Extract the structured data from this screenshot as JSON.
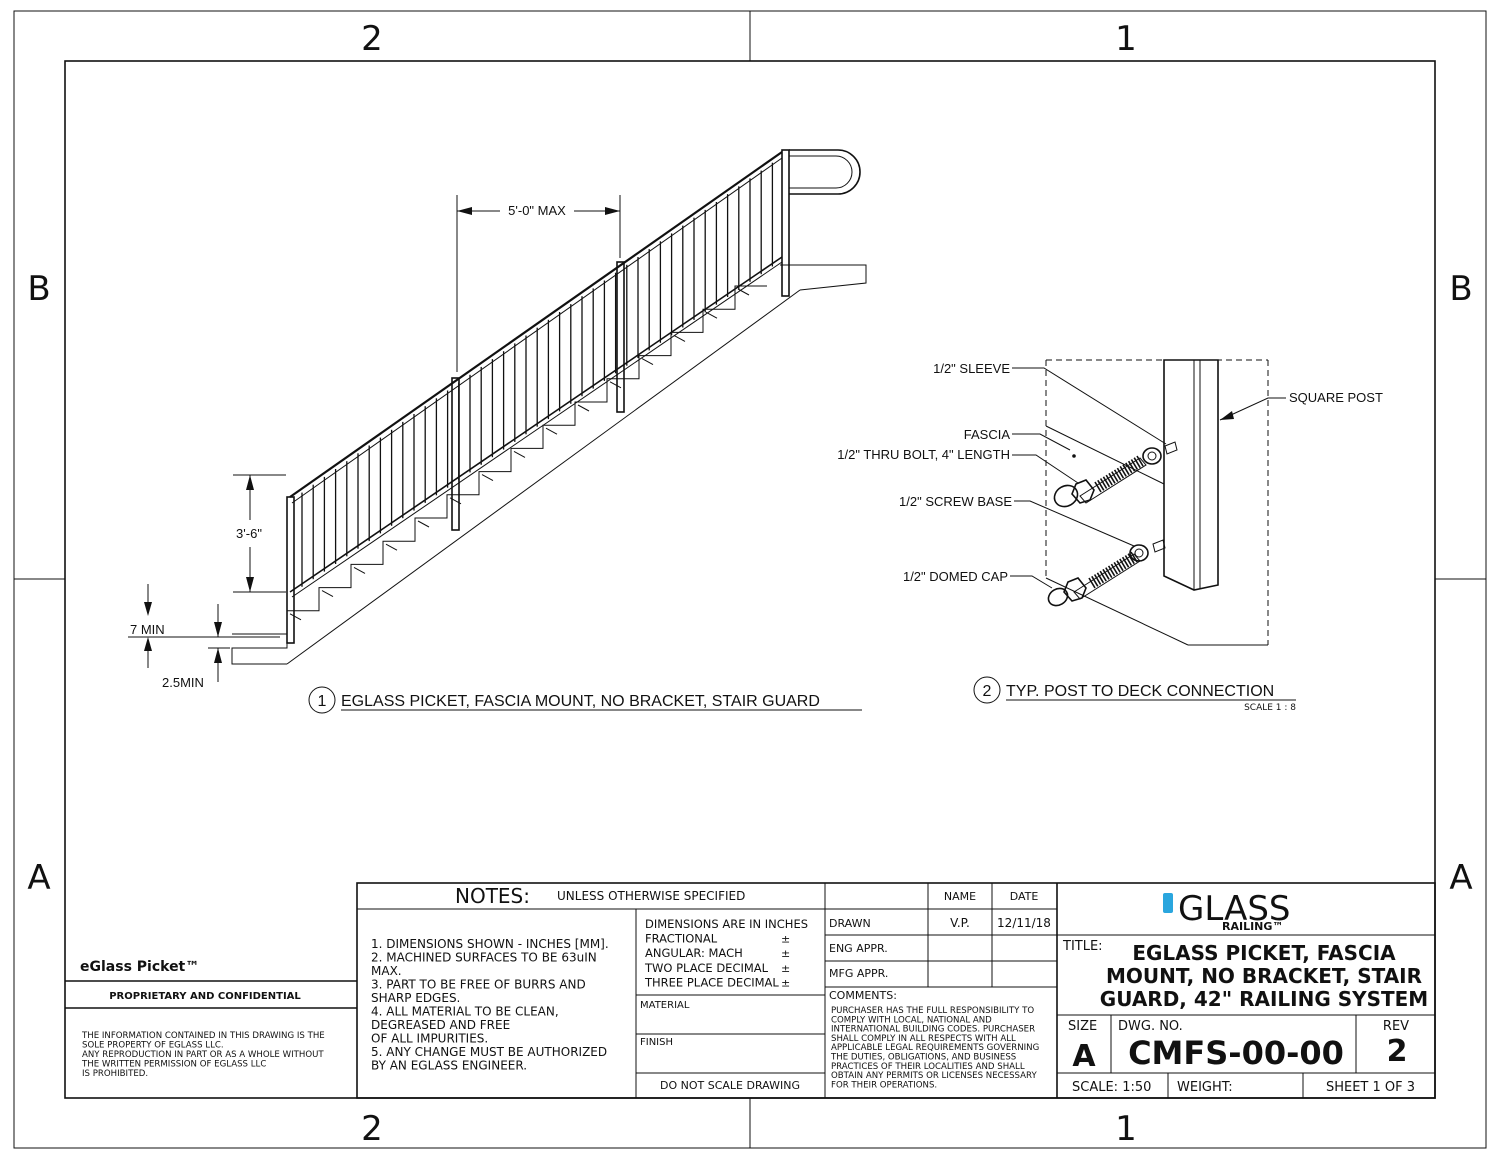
{
  "zones": {
    "top": [
      "2",
      "1"
    ],
    "bottom": [
      "2",
      "1"
    ],
    "left": [
      "B",
      "A"
    ],
    "right": [
      "B",
      "A"
    ]
  },
  "view1": {
    "number": "1",
    "caption": "EGLASS PICKET, FASCIA MOUNT, NO BRACKET, STAIR GUARD",
    "dims": {
      "span": "5'-0\" MAX",
      "height": "3'-6\"",
      "min_top": "7 MIN",
      "min_bottom": "2.5MIN"
    }
  },
  "view2": {
    "number": "2",
    "caption": "TYP. POST TO DECK CONNECTION",
    "scale": "SCALE 1 : 8",
    "callouts": {
      "sleeve": "1/2\" SLEEVE",
      "fascia": "FASCIA",
      "thru_bolt": "1/2\" THRU BOLT, 4\" LENGTH",
      "screw_base": "1/2\" SCREW BASE",
      "domed_cap": "1/2\" DOMED CAP",
      "square_post": "SQUARE POST"
    }
  },
  "title_block": {
    "product": "eGlass Picket™",
    "proprietary": "PROPRIETARY AND CONFIDENTIAL",
    "legal": [
      "THE INFORMATION CONTAINED IN THIS DRAWING IS THE",
      "SOLE PROPERTY OF EGLASS LLC.",
      "ANY REPRODUCTION IN PART OR AS A WHOLE WITHOUT",
      "THE WRITTEN PERMISSION OF EGLASS LLC",
      "IS PROHIBITED."
    ],
    "notes_title": "NOTES:",
    "notes_sub": "UNLESS OTHERWISE SPECIFIED",
    "notes": [
      "1. DIMENSIONS SHOWN - INCHES [MM].",
      "2. MACHINED SURFACES TO BE 63uIN",
      "MAX.",
      "3. PART TO BE FREE OF BURRS AND",
      "SHARP EDGES.",
      "4. ALL MATERIAL TO BE CLEAN,",
      "DEGREASED AND FREE",
      "OF ALL IMPURITIES.",
      "5. ANY CHANGE MUST BE AUTHORIZED",
      "BY AN EGLASS ENGINEER."
    ],
    "tolerances": [
      "DIMENSIONS ARE IN INCHES",
      "FRACTIONAL",
      "ANGULAR: MACH",
      "TWO PLACE DECIMAL",
      "THREE PLACE DECIMAL"
    ],
    "tol_sign": "±",
    "material": "MATERIAL",
    "finish": "FINISH",
    "do_not_scale": "DO NOT SCALE DRAWING",
    "name_hdr": "NAME",
    "date_hdr": "DATE",
    "drawn": "DRAWN",
    "drawn_name": "V.P.",
    "drawn_date": "12/11/18",
    "eng_appr": "ENG APPR.",
    "mfg_appr": "MFG APPR.",
    "comments": "COMMENTS:",
    "comments_text": [
      "PURCHASER HAS THE FULL RESPONSIBILITY TO",
      "COMPLY WITH LOCAL, NATIONAL AND",
      "INTERNATIONAL BUILDING CODES. PURCHASER",
      "SHALL COMPLY IN ALL RESPECTS WITH ALL",
      "APPLICABLE LEGAL REQUIREMENTS GOVERNING",
      "THE DUTIES, OBLIGATIONS, AND BUSINESS",
      "PRACTICES OF THEIR LOCALITIES AND SHALL",
      "OBTAIN ANY PERMITS OR LICENSES NECESSARY",
      "FOR THEIR OPERATIONS."
    ],
    "logo_main": "GLASS",
    "logo_sub": "RAILING™",
    "logo_color": "#2aa6de",
    "title_lbl": "TITLE:",
    "title_lines": [
      "EGLASS PICKET, FASCIA",
      "MOUNT, NO BRACKET, STAIR",
      "GUARD, 42\" RAILING SYSTEM"
    ],
    "size_lbl": "SIZE",
    "size": "A",
    "dwg_lbl": "DWG.  NO.",
    "dwg_no": "CMFS-00-00",
    "rev_lbl": "REV",
    "rev": "2",
    "scale": "SCALE: 1:50",
    "weight": "WEIGHT:",
    "sheet": "SHEET 1 OF 3"
  }
}
